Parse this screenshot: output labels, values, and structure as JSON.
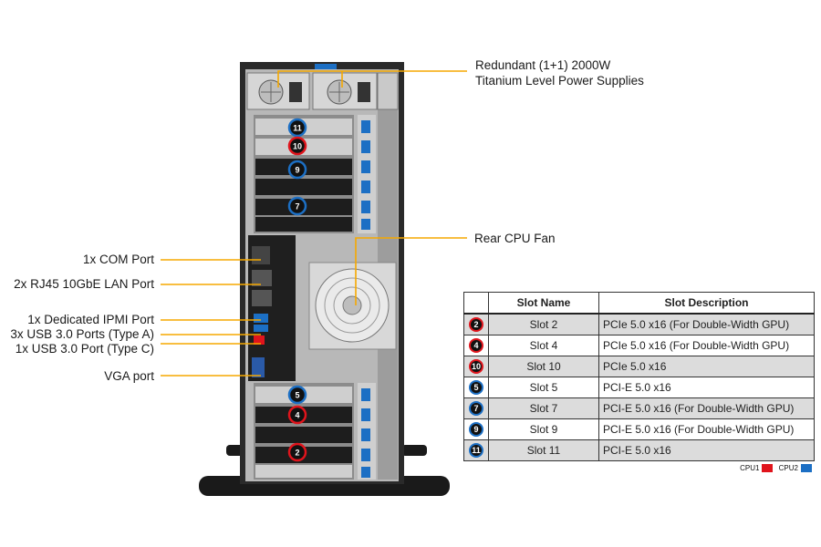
{
  "callouts": {
    "psu_line1": "Redundant (1+1) 2000W",
    "psu_line2": "Titanium Level Power Supplies",
    "rear_fan": "Rear CPU Fan",
    "com": "1x COM Port",
    "lan": "2x RJ45 10GbE LAN Port",
    "ipmi": "1x Dedicated IPMI Port",
    "usb_a": "3x USB 3.0 Ports (Type A)",
    "usb_c": "1x USB 3.0 Port (Type C)",
    "vga": "VGA port"
  },
  "slot_markers": {
    "m11": "11",
    "m10": "10",
    "m9": "9",
    "m7": "7",
    "m5": "5",
    "m4": "4",
    "m2": "2"
  },
  "table": {
    "headers": [
      "Slot Name",
      "Slot Description"
    ],
    "rows": [
      {
        "badge": "2",
        "cpu": "CPU1",
        "name": "Slot 2",
        "desc": "PCIe 5.0 x16 (For Double-Width GPU)"
      },
      {
        "badge": "4",
        "cpu": "CPU1",
        "name": "Slot 4",
        "desc": "PCIe 5.0 x16 (For Double-Width GPU)"
      },
      {
        "badge": "10",
        "cpu": "CPU1",
        "name": "Slot 10",
        "desc": "PCIe 5.0 x16"
      },
      {
        "badge": "5",
        "cpu": "CPU2",
        "name": "Slot 5",
        "desc": "PCI-E 5.0 x16"
      },
      {
        "badge": "7",
        "cpu": "CPU2",
        "name": "Slot 7",
        "desc": "PCI-E 5.0 x16 (For Double-Width GPU)"
      },
      {
        "badge": "9",
        "cpu": "CPU2",
        "name": "Slot 9",
        "desc": "PCI-E 5.0 x16 (For Double-Width GPU)"
      },
      {
        "badge": "11",
        "cpu": "CPU2",
        "name": "Slot 11",
        "desc": "PCI-E 5.0 x16"
      }
    ]
  },
  "legend": {
    "cpu1": "CPU1",
    "cpu2": "CPU2"
  },
  "colors": {
    "callout_line": "#f5a800",
    "cpu1": "#e0141c",
    "cpu2": "#1c6fc4",
    "chassis": "#1e1e1e",
    "slot_shade": "#dcdcdc"
  }
}
